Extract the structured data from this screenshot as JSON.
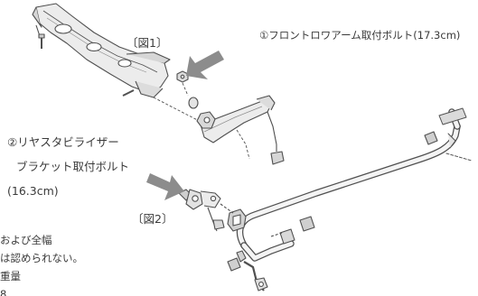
{
  "figure_labels": {
    "fig1": "〔図1〕",
    "fig2": "〔図2〕"
  },
  "callouts": {
    "front_lower_arm_bolt": "①フロントロワアーム取付ボルト(17.3cm)",
    "rear_stabilizer_bracket_line1": "②リヤスタビライザー",
    "rear_stabilizer_bracket_line2": "ブラケット取付ボルト",
    "rear_stabilizer_bracket_line3": "(16.3cm)"
  },
  "cropped_side_text": [
    "および全幅",
    "は認められない。",
    "重量",
    "8"
  ],
  "colors": {
    "arrow": "#8c8c8c",
    "line": "#505050",
    "part_fill": "#e9e9e9",
    "part_shade": "#cfcfcf",
    "text": "#3a3a3a"
  }
}
